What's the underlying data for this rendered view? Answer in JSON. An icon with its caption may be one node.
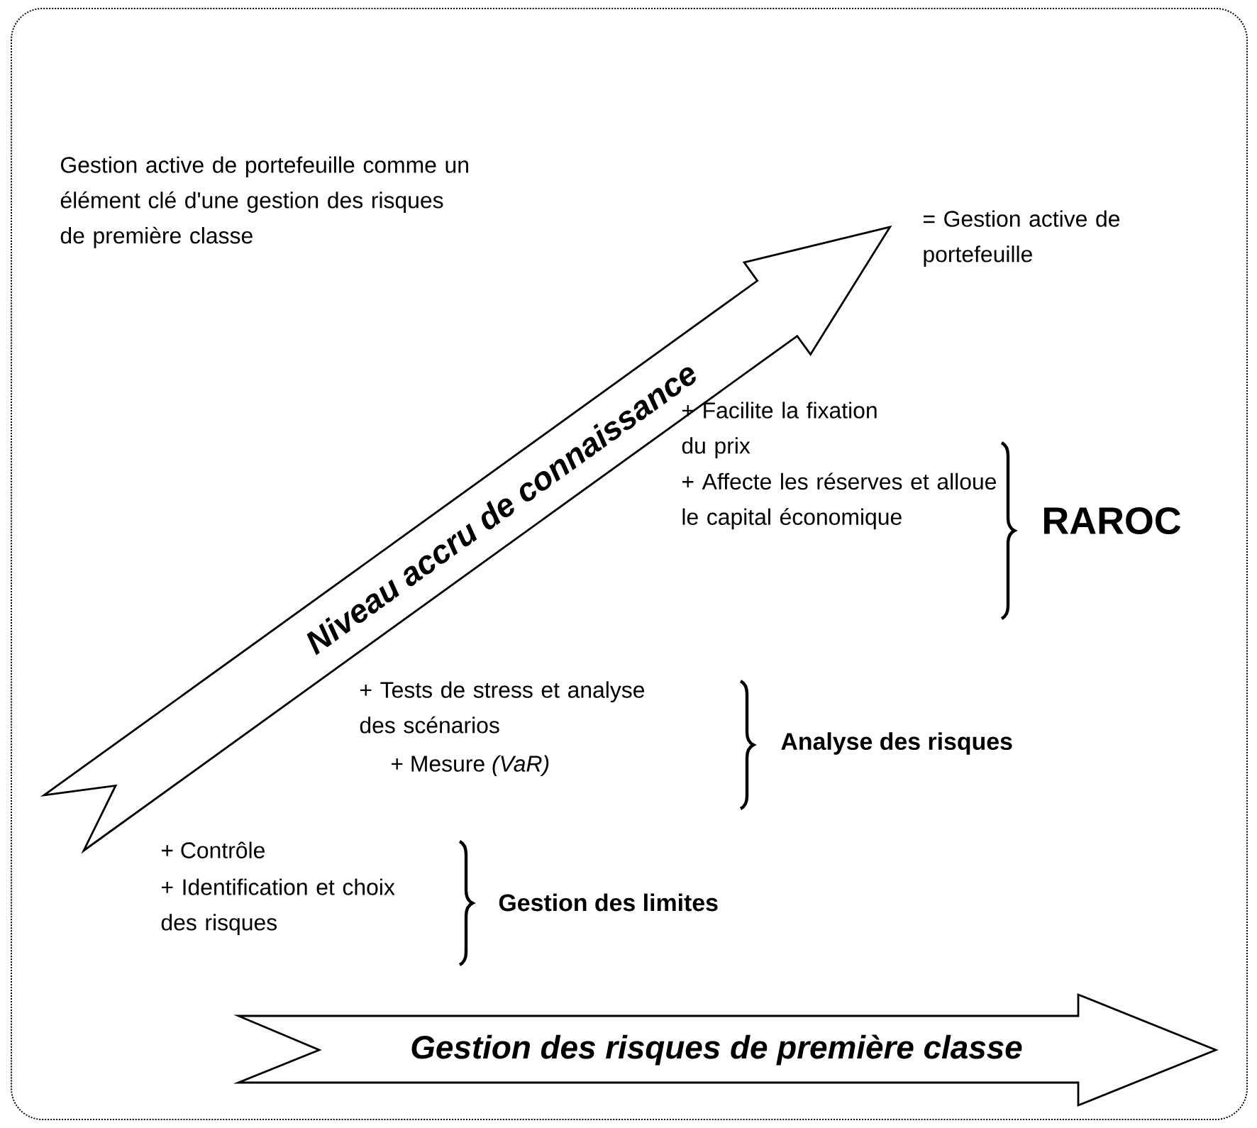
{
  "diagram": {
    "nodes": [
      {
        "text": [
          "Niveau accru de connaissance"
        ]
      },
      {
        "text": [
          "Gestion des risques de première classe"
        ]
      }
    ],
    "labels": [
      "Gestion active de portefeuille comme un élément clé d'une gestion des risques de première classe",
      "= Gestion active de portefeuille",
      "+ Facilite la fixation du prix",
      "+ Affecte les réserves et alloue le capital économique",
      "RAROC",
      "+ Tests de stress et analyse des scénarios",
      "+ Mesure *(VaR)*",
      "Analyse des risques",
      "+ Contrôle",
      "+ Identification et choix des risques",
      "Gestion des limites"
    ]
  }
}
